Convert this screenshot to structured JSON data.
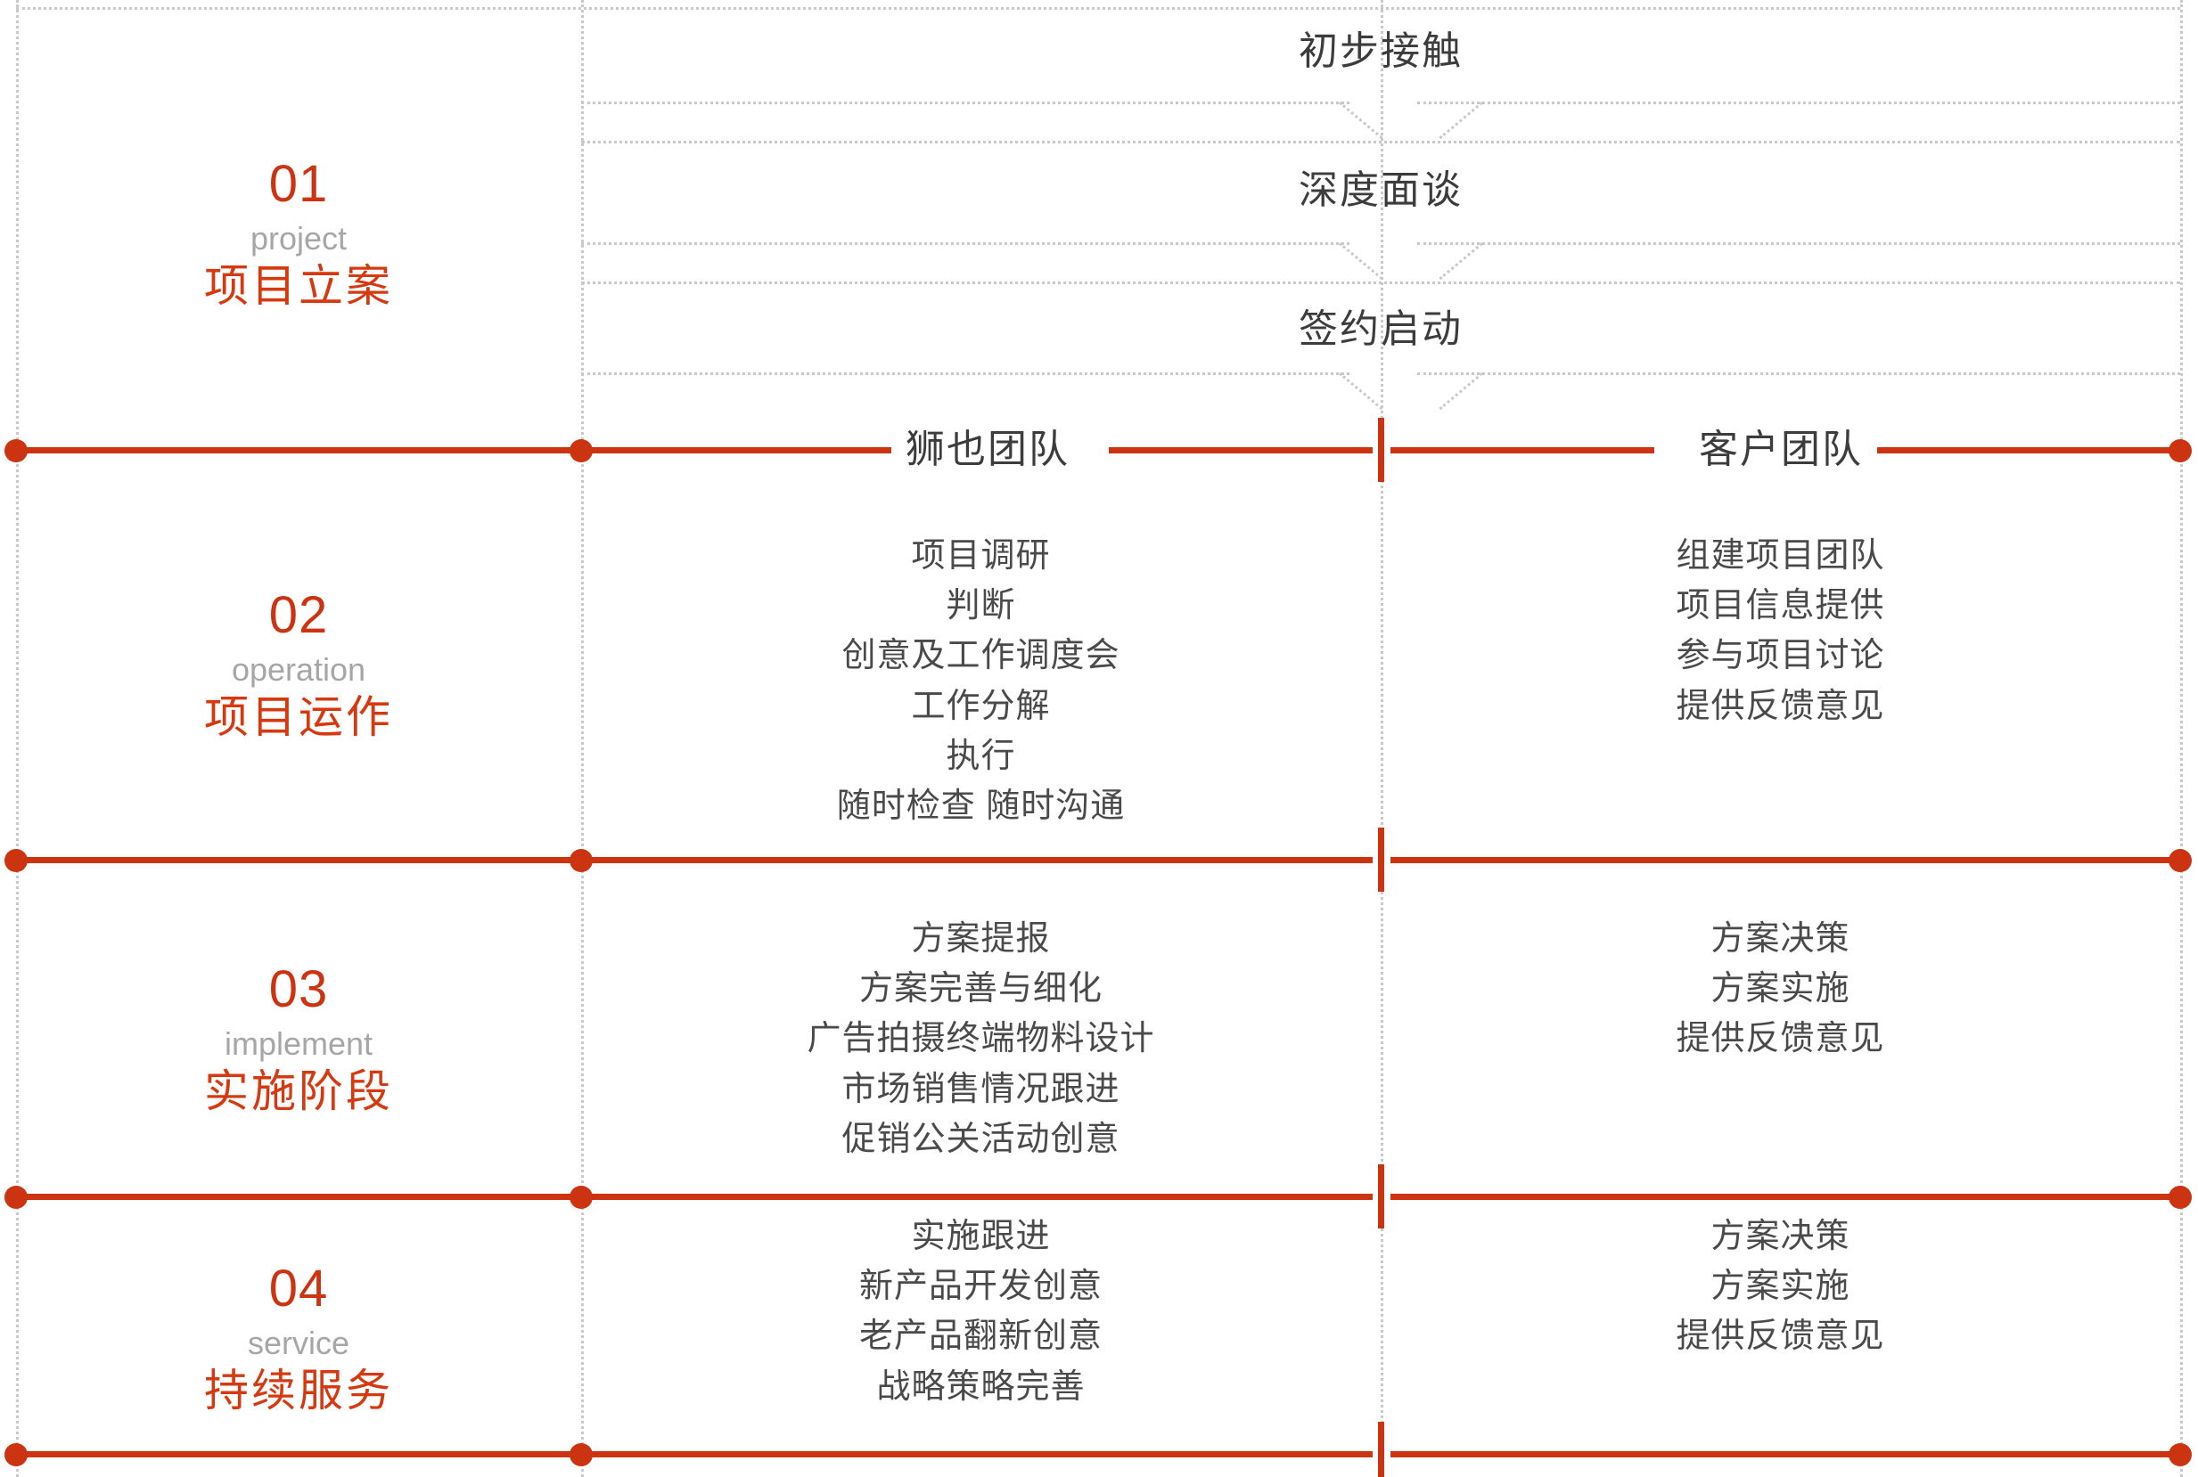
{
  "colors": {
    "accent_red": "#cc3311",
    "title_red": "#d6390f",
    "text_gray": "#4a4a4a",
    "label_gray": "#a6a6a6",
    "dotted_gray": "#c9c9c9"
  },
  "top_stages": [
    {
      "label": "初步接触"
    },
    {
      "label": "深度面谈"
    },
    {
      "label": "签约启动"
    }
  ],
  "team_headers": {
    "left": "狮也团队",
    "right": "客户团队"
  },
  "phases": [
    {
      "number": "01",
      "english": "project",
      "chinese": "项目立案",
      "team_left": [],
      "team_right": []
    },
    {
      "number": "02",
      "english": "operation",
      "chinese": "项目运作",
      "team_left": [
        "项目调研",
        "判断",
        "创意及工作调度会",
        "工作分解",
        "执行",
        "随时检查 随时沟通"
      ],
      "team_right": [
        "组建项目团队",
        "项目信息提供",
        "参与项目讨论",
        "提供反馈意见"
      ]
    },
    {
      "number": "03",
      "english": "implement",
      "chinese": "实施阶段",
      "team_left": [
        "方案提报",
        "方案完善与细化",
        "广告拍摄终端物料设计",
        "市场销售情况跟进",
        "促销公关活动创意"
      ],
      "team_right": [
        "方案决策",
        "方案实施",
        "提供反馈意见"
      ]
    },
    {
      "number": "04",
      "english": "service",
      "chinese": "持续服务",
      "team_left": [
        "实施跟进",
        "新产品开发创意",
        "老产品翻新创意",
        "战略策略完善"
      ],
      "team_right": [
        "方案决策",
        "方案实施",
        "提供反馈意见"
      ]
    }
  ]
}
